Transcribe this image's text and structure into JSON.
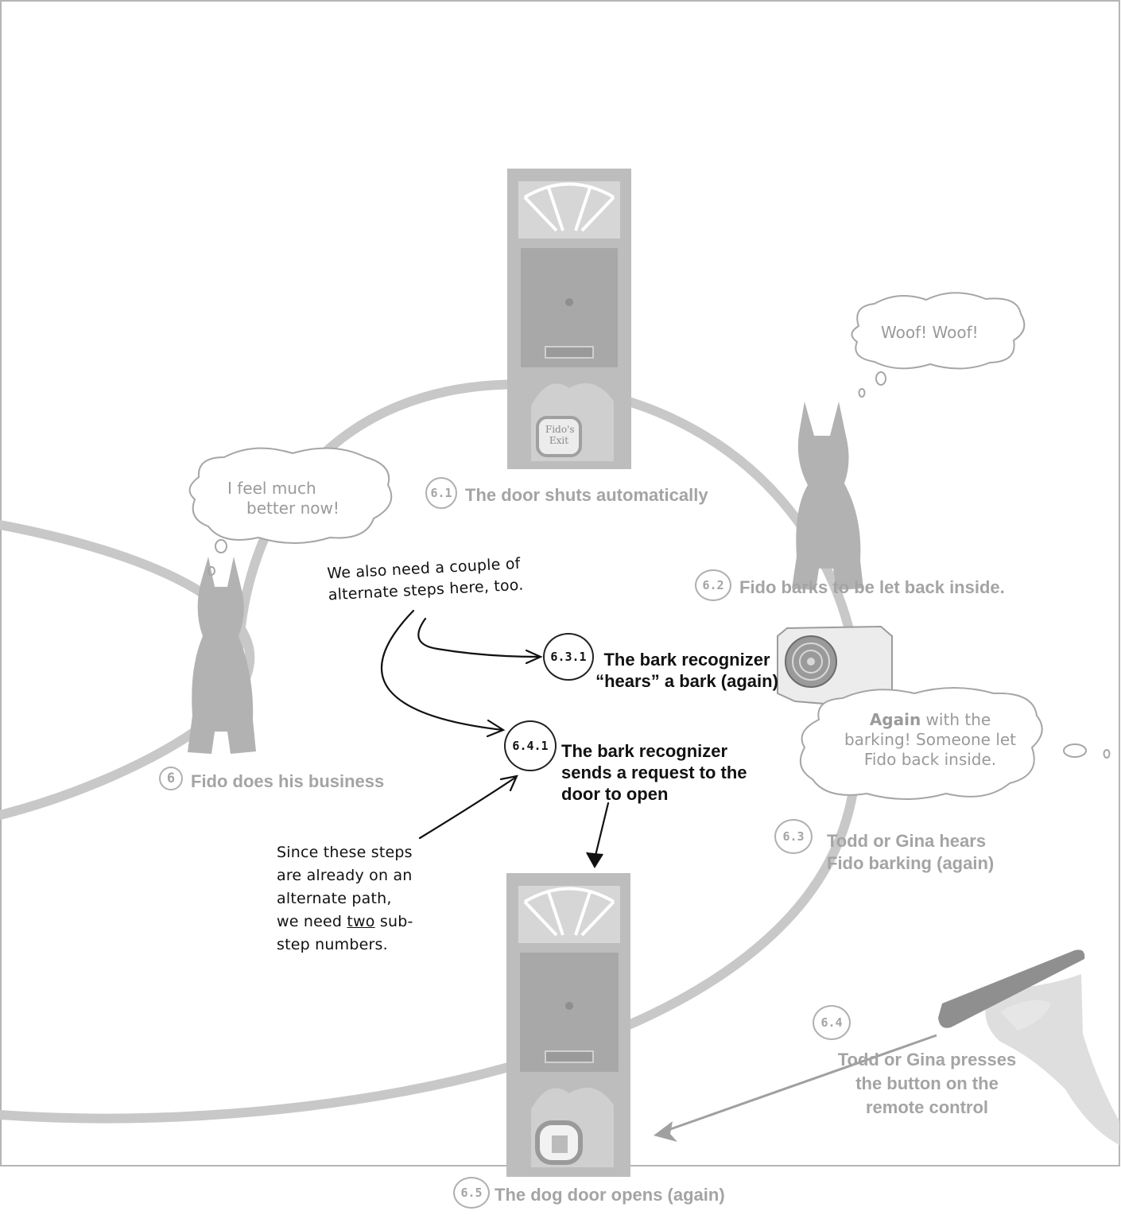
{
  "steps": {
    "s6": {
      "num": "6",
      "label": "Fido does his business"
    },
    "s61": {
      "num": "6.1",
      "label": "The door shuts automatically"
    },
    "s62": {
      "num": "6.2",
      "label": "Fido barks to be let back inside."
    },
    "s63": {
      "num": "6.3",
      "line1": "Todd or Gina hears",
      "line2": "Fido barking (again)"
    },
    "s64": {
      "num": "6.4",
      "line1": "Todd or Gina presses",
      "line2": "the button on the",
      "line3": "remote control"
    },
    "s65": {
      "num": "6.5",
      "label": "The dog door opens (again)"
    },
    "s631": {
      "num": "6.3.1",
      "line1": "The bark recognizer",
      "line2": "“hears” a bark (again)"
    },
    "s641": {
      "num": "6.4.1",
      "line1": "The bark recognizer",
      "line2": "sends a request to the",
      "line3": "door to open"
    }
  },
  "bubbles": {
    "woof": "Woof! Woof!",
    "better": {
      "line1": "I feel much",
      "line2": "better now!"
    },
    "again": {
      "bold": "Again",
      "rest1": " with the",
      "line2": "barking! Someone let",
      "line3": "Fido back inside."
    }
  },
  "door_sign": {
    "line1": "Fido's",
    "line2": "Exit"
  },
  "notes": {
    "top": {
      "line1": "We also need a couple of",
      "line2": "alternate steps here, too."
    },
    "bottom": {
      "line1": "Since these steps",
      "line2": "are already on an",
      "line3": "alternate path,",
      "line4_pre": "we need ",
      "line4_u": "two",
      "line4_post": " sub-",
      "line5": "step numbers."
    }
  },
  "colors": {
    "path": "#c8c8c8",
    "faded_text": "#a4a4a4",
    "ink": "#111111"
  },
  "icons": [
    "dog-silhouette",
    "door",
    "bark-recognizer-box",
    "remote-control-hand"
  ]
}
